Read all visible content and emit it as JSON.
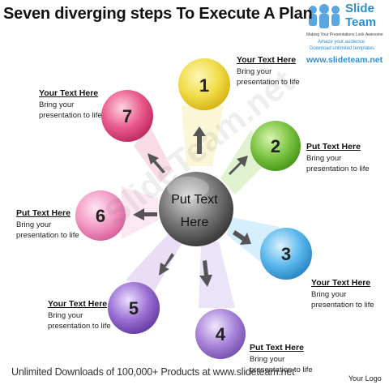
{
  "title": "Seven diverging steps To Execute A Plan",
  "logo": {
    "name_line1": "Slide",
    "name_line2": "Team",
    "tagline": "Making Your Presentations Look Awesome",
    "line1": "Amaze your audience",
    "line2": "Download unlimited templates",
    "url": "www.slideteam.net"
  },
  "center": {
    "label_line1": "Put Text",
    "label_line2": "Here",
    "color": "#7a7a7a"
  },
  "steps": [
    {
      "number": "1",
      "color": "#f1dc4a"
    },
    {
      "number": "2",
      "color": "#7cc442"
    },
    {
      "number": "3",
      "color": "#5ab8ec"
    },
    {
      "number": "4",
      "color": "#a985d9"
    },
    {
      "number": "5",
      "color": "#9a6fd3"
    },
    {
      "number": "6",
      "color": "#f29ac4"
    },
    {
      "number": "7",
      "color": "#e95a8c"
    }
  ],
  "callouts": [
    {
      "heading": "Your Text Here",
      "line1": "Bring your",
      "line2": "presentation to life"
    },
    {
      "heading": "Put Text Here",
      "line1": "Bring your",
      "line2": "presentation to life"
    },
    {
      "heading": "Your Text Here",
      "line1": "Bring your",
      "line2": "presentation to life"
    },
    {
      "heading": "Put Text Here",
      "line1": "Bring your",
      "line2": "presentation to life"
    },
    {
      "heading": "Your Text Here",
      "line1": "Bring your",
      "line2": "presentation to life"
    },
    {
      "heading": "Put Text Here",
      "line1": "Bring your",
      "line2": "presentation to life"
    },
    {
      "heading": "Your Text Here",
      "line1": "Bring your",
      "line2": "presentation to life"
    }
  ],
  "footer": "Unlimited Downloads of 100,000+ Products at www.slideteam.net",
  "your_logo": "Your Logo",
  "watermark": "SlideTeam.net"
}
